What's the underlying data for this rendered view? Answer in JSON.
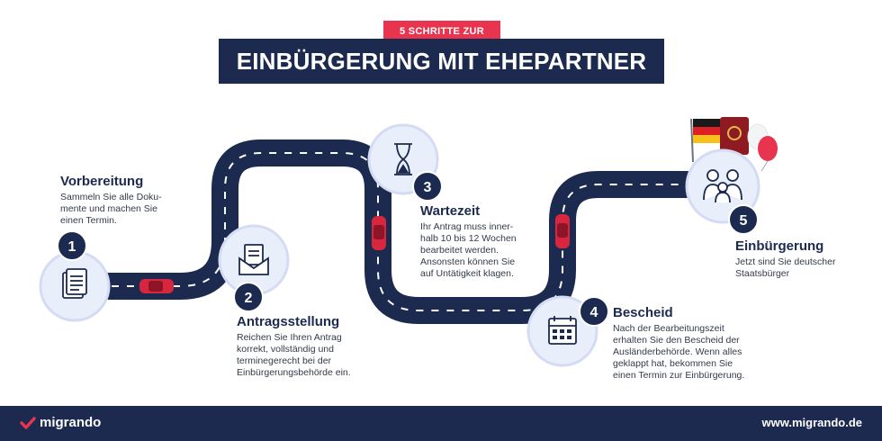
{
  "header": {
    "kicker": "5 SCHRITTE ZUR",
    "title": "EINBÜRGERUNG MIT EHEPARTNER"
  },
  "steps": [
    {
      "number": "1",
      "title": "Vorbereitung",
      "description": "Sammeln Sie alle Doku-\nmente und machen Sie\neinen Termin.",
      "icon": "document-stack-icon"
    },
    {
      "number": "2",
      "title": "Antragsstellung",
      "description": "Reichen Sie Ihren Antrag\nkorrekt, vollständig und\nterminegerecht bei der\nEinbürgerungsbehörde ein.",
      "icon": "envelope-letter-icon"
    },
    {
      "number": "3",
      "title": "Wartezeit",
      "description": "Ihr Antrag muss inner-\nhalb 10 bis 12 Wochen\nbearbeitet werden.\nAnsonsten können Sie\nauf Untätigkeit klagen.",
      "icon": "hourglass-icon"
    },
    {
      "number": "4",
      "title": "Bescheid",
      "description": "Nach der Bearbeitungszeit\nerhalten Sie den Bescheid der\nAusländerbehörde. Wenn alles\ngeklappt hat, bekommen Sie\neinen Termin zur Einbürgerung.",
      "icon": "calendar-icon"
    },
    {
      "number": "5",
      "title": "Einbürgerung",
      "description": "Jetzt sind Sie deutscher\nStaatsbürger",
      "icon": "family-icon"
    }
  ],
  "footer": {
    "brand": "migrando",
    "url": "www.migrando.de"
  },
  "colors": {
    "navy": "#1b2a4e",
    "accent_red": "#e8344f",
    "circle_fill": "#e9eefb",
    "circle_border": "#d4dcf3"
  }
}
